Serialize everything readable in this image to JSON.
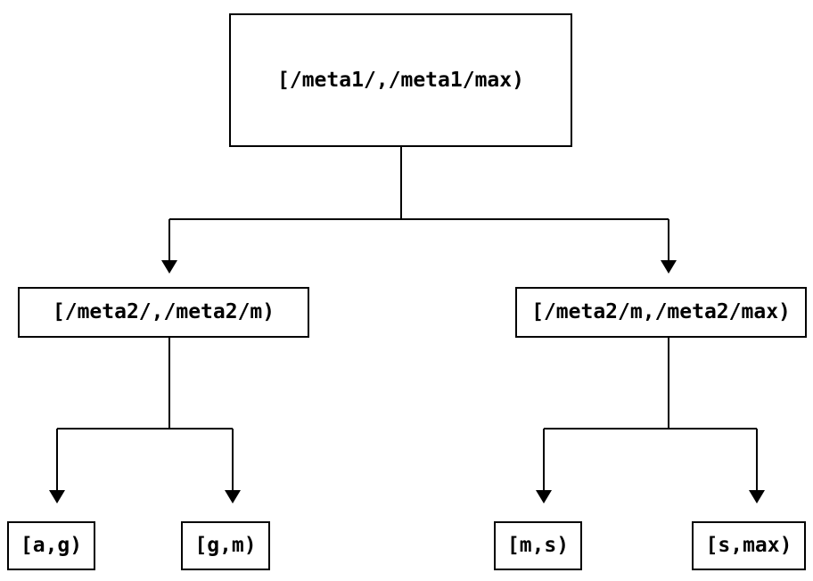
{
  "diagram": {
    "type": "tree",
    "colors": {
      "background": "#ffffff",
      "line": "#000000",
      "text": "#000000",
      "node_border": "#000000",
      "node_fill": "#ffffff"
    },
    "nodes": {
      "root": {
        "label": "[/meta1/,/meta1/max)"
      },
      "meta2_low": {
        "label": "[/meta2/,/meta2/m)"
      },
      "meta2_high": {
        "label": "[/meta2/m,/meta2/max)"
      },
      "leaf_ag": {
        "label": "[a,g)"
      },
      "leaf_gm": {
        "label": "[g,m)"
      },
      "leaf_ms": {
        "label": "[m,s)"
      },
      "leaf_smax": {
        "label": "[s,max)"
      }
    },
    "edges": [
      [
        "root",
        "meta2_low"
      ],
      [
        "root",
        "meta2_high"
      ],
      [
        "meta2_low",
        "leaf_ag"
      ],
      [
        "meta2_low",
        "leaf_gm"
      ],
      [
        "meta2_high",
        "leaf_ms"
      ],
      [
        "meta2_high",
        "leaf_smax"
      ]
    ]
  }
}
